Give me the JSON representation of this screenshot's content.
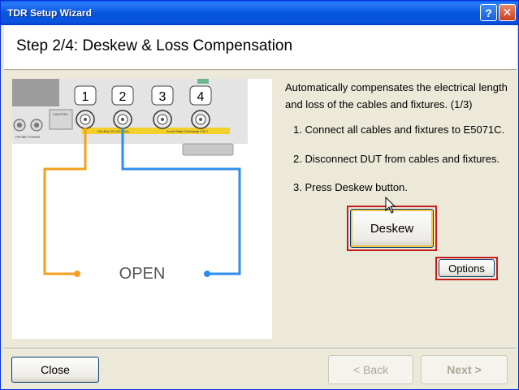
{
  "window": {
    "title": "TDR Setup Wizard",
    "help_glyph": "?",
    "close_glyph": "✕"
  },
  "header": {
    "step_title": "Step 2/4: Deskew & Loss Compensation"
  },
  "diagram": {
    "ports": [
      "1",
      "2",
      "3",
      "4"
    ],
    "open_label": "OPEN",
    "panel_labels": {
      "probe_power": "PROBE POWER",
      "caution": "CAUTION",
      "rating": "+26 dBm  35 VDC Max",
      "esd": "Avoid Static Discharge CAT I"
    },
    "colors": {
      "port1_cable": "#f2a01e",
      "port2_cable": "#2e8de8"
    }
  },
  "instructions": {
    "intro": "Automatically compensates the electrical length and loss of the cables and fixtures.  (1/3)",
    "steps": [
      "1. Connect all cables and fixtures to E5071C.",
      "2. Disconnect DUT from cables and fixtures.",
      "3. Press Deskew button."
    ]
  },
  "buttons": {
    "deskew": "Deskew",
    "options": "Options",
    "close": "Close",
    "back": "< Back",
    "next": "Next >"
  }
}
